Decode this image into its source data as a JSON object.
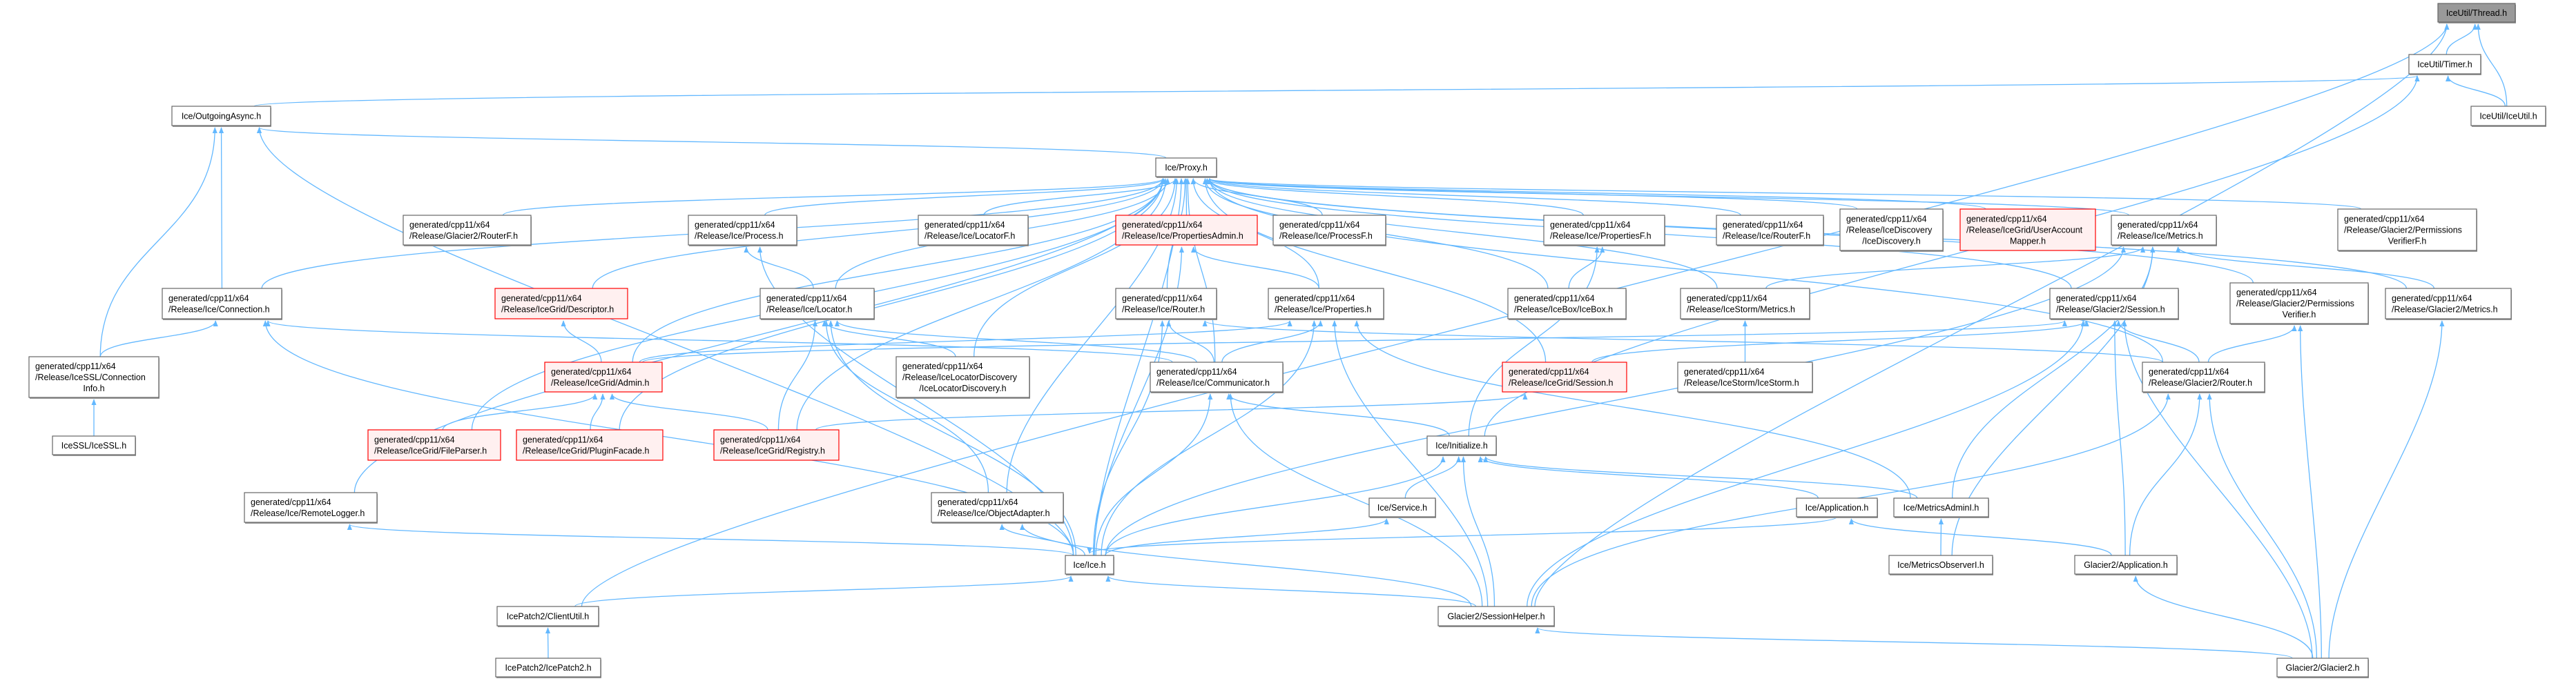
{
  "colors": {
    "edge": "#63B8FF",
    "node_border": "#666666",
    "red_border": "#FF0000",
    "red_fill": "#FFF0F0",
    "root_fill": "#999999"
  },
  "nodes": [
    {
      "id": "thread",
      "lines": [
        "IceUtil/Thread.h"
      ],
      "style": "root"
    },
    {
      "id": "timer",
      "lines": [
        "IceUtil/Timer.h"
      ],
      "style": "normal"
    },
    {
      "id": "iceutil",
      "lines": [
        "IceUtil/IceUtil.h"
      ],
      "style": "normal"
    },
    {
      "id": "outgoingasync",
      "lines": [
        "Ice/OutgoingAsync.h"
      ],
      "style": "normal"
    },
    {
      "id": "proxy",
      "lines": [
        "Ice/Proxy.h"
      ],
      "style": "normal"
    },
    {
      "id": "g2routerf",
      "lines": [
        "generated/cpp11/x64",
        "/Release/Glacier2/RouterF.h"
      ],
      "style": "normal"
    },
    {
      "id": "process",
      "lines": [
        "generated/cpp11/x64",
        "/Release/Ice/Process.h"
      ],
      "style": "normal"
    },
    {
      "id": "locatorf",
      "lines": [
        "generated/cpp11/x64",
        "/Release/Ice/LocatorF.h"
      ],
      "style": "normal"
    },
    {
      "id": "propertiesadmin",
      "lines": [
        "generated/cpp11/x64",
        "/Release/Ice/PropertiesAdmin.h"
      ],
      "style": "red"
    },
    {
      "id": "processf",
      "lines": [
        "generated/cpp11/x64",
        "/Release/Ice/ProcessF.h"
      ],
      "style": "normal"
    },
    {
      "id": "propertiesf",
      "lines": [
        "generated/cpp11/x64",
        "/Release/Ice/PropertiesF.h"
      ],
      "style": "normal"
    },
    {
      "id": "icerouterf",
      "lines": [
        "generated/cpp11/x64",
        "/Release/Ice/RouterF.h"
      ],
      "style": "normal"
    },
    {
      "id": "icediscovery",
      "lines": [
        "generated/cpp11/x64",
        "/Release/IceDiscovery",
        "/IceDiscovery.h"
      ],
      "style": "normal"
    },
    {
      "id": "useraccountmapper",
      "lines": [
        "generated/cpp11/x64",
        "/Release/IceGrid/UserAccount",
        "Mapper.h"
      ],
      "style": "red"
    },
    {
      "id": "metrics",
      "lines": [
        "generated/cpp11/x64",
        "/Release/Ice/Metrics.h"
      ],
      "style": "normal"
    },
    {
      "id": "permverifierf",
      "lines": [
        "generated/cpp11/x64",
        "/Release/Glacier2/Permissions",
        "VerifierF.h"
      ],
      "style": "normal"
    },
    {
      "id": "connection",
      "lines": [
        "generated/cpp11/x64",
        "/Release/Ice/Connection.h"
      ],
      "style": "normal"
    },
    {
      "id": "descriptor",
      "lines": [
        "generated/cpp11/x64",
        "/Release/IceGrid/Descriptor.h"
      ],
      "style": "red"
    },
    {
      "id": "locator",
      "lines": [
        "generated/cpp11/x64",
        "/Release/Ice/Locator.h"
      ],
      "style": "normal"
    },
    {
      "id": "icerouter",
      "lines": [
        "generated/cpp11/x64",
        "/Release/Ice/Router.h"
      ],
      "style": "normal"
    },
    {
      "id": "properties",
      "lines": [
        "generated/cpp11/x64",
        "/Release/Ice/Properties.h"
      ],
      "style": "normal"
    },
    {
      "id": "icebox",
      "lines": [
        "generated/cpp11/x64",
        "/Release/IceBox/IceBox.h"
      ],
      "style": "normal"
    },
    {
      "id": "icestormmetrics",
      "lines": [
        "generated/cpp11/x64",
        "/Release/IceStorm/Metrics.h"
      ],
      "style": "normal"
    },
    {
      "id": "g2session",
      "lines": [
        "generated/cpp11/x64",
        "/Release/Glacier2/Session.h"
      ],
      "style": "normal"
    },
    {
      "id": "permverifier",
      "lines": [
        "generated/cpp11/x64",
        "/Release/Glacier2/Permissions",
        "Verifier.h"
      ],
      "style": "normal"
    },
    {
      "id": "g2metrics",
      "lines": [
        "generated/cpp11/x64",
        "/Release/Glacier2/Metrics.h"
      ],
      "style": "normal"
    },
    {
      "id": "conninfo",
      "lines": [
        "generated/cpp11/x64",
        "/Release/IceSSL/Connection",
        "Info.h"
      ],
      "style": "normal"
    },
    {
      "id": "icessl",
      "lines": [
        "IceSSL/IceSSL.h"
      ],
      "style": "normal"
    },
    {
      "id": "admin",
      "lines": [
        "generated/cpp11/x64",
        "/Release/IceGrid/Admin.h"
      ],
      "style": "red"
    },
    {
      "id": "icelocatordiscovery",
      "lines": [
        "generated/cpp11/x64",
        "/Release/IceLocatorDiscovery",
        "/IceLocatorDiscovery.h"
      ],
      "style": "normal"
    },
    {
      "id": "communicator",
      "lines": [
        "generated/cpp11/x64",
        "/Release/Ice/Communicator.h"
      ],
      "style": "normal"
    },
    {
      "id": "icegridsession",
      "lines": [
        "generated/cpp11/x64",
        "/Release/IceGrid/Session.h"
      ],
      "style": "red"
    },
    {
      "id": "icestorm",
      "lines": [
        "generated/cpp11/x64",
        "/Release/IceStorm/IceStorm.h"
      ],
      "style": "normal"
    },
    {
      "id": "g2router",
      "lines": [
        "generated/cpp11/x64",
        "/Release/Glacier2/Router.h"
      ],
      "style": "normal"
    },
    {
      "id": "fileparser",
      "lines": [
        "generated/cpp11/x64",
        "/Release/IceGrid/FileParser.h"
      ],
      "style": "red"
    },
    {
      "id": "pluginfacade",
      "lines": [
        "generated/cpp11/x64",
        "/Release/IceGrid/PluginFacade.h"
      ],
      "style": "red"
    },
    {
      "id": "registry",
      "lines": [
        "generated/cpp11/x64",
        "/Release/IceGrid/Registry.h"
      ],
      "style": "red"
    },
    {
      "id": "initialize",
      "lines": [
        "Ice/Initialize.h"
      ],
      "style": "normal"
    },
    {
      "id": "remotelogger",
      "lines": [
        "generated/cpp11/x64",
        "/Release/Ice/RemoteLogger.h"
      ],
      "style": "normal"
    },
    {
      "id": "objectadapter",
      "lines": [
        "generated/cpp11/x64",
        "/Release/Ice/ObjectAdapter.h"
      ],
      "style": "normal"
    },
    {
      "id": "service",
      "lines": [
        "Ice/Service.h"
      ],
      "style": "normal"
    },
    {
      "id": "application",
      "lines": [
        "Ice/Application.h"
      ],
      "style": "normal"
    },
    {
      "id": "metricsadmini",
      "lines": [
        "Ice/MetricsAdminI.h"
      ],
      "style": "normal"
    },
    {
      "id": "ice",
      "lines": [
        "Ice/Ice.h"
      ],
      "style": "normal"
    },
    {
      "id": "metricsobserveri",
      "lines": [
        "Ice/MetricsObserverI.h"
      ],
      "style": "normal"
    },
    {
      "id": "g2application",
      "lines": [
        "Glacier2/Application.h"
      ],
      "style": "normal"
    },
    {
      "id": "clientutil",
      "lines": [
        "IcePatch2/ClientUtil.h"
      ],
      "style": "normal"
    },
    {
      "id": "sessionhelper",
      "lines": [
        "Glacier2/SessionHelper.h"
      ],
      "style": "normal"
    },
    {
      "id": "icepatch2",
      "lines": [
        "IcePatch2/IcePatch2.h"
      ],
      "style": "normal"
    },
    {
      "id": "glacier2",
      "lines": [
        "Glacier2/Glacier2.h"
      ],
      "style": "normal"
    }
  ],
  "edges": [
    [
      "timer",
      "thread"
    ],
    [
      "iceutil",
      "thread"
    ],
    [
      "iceutil",
      "timer"
    ],
    [
      "clientutil",
      "thread"
    ],
    [
      "sessionhelper",
      "thread"
    ],
    [
      "outgoingasync",
      "timer"
    ],
    [
      "initialize",
      "timer"
    ],
    [
      "proxy",
      "outgoingasync"
    ],
    [
      "connection",
      "outgoingasync"
    ],
    [
      "conninfo",
      "outgoingasync"
    ],
    [
      "ice",
      "outgoingasync"
    ],
    [
      "g2routerf",
      "proxy"
    ],
    [
      "process",
      "proxy"
    ],
    [
      "locatorf",
      "proxy"
    ],
    [
      "propertiesadmin",
      "proxy"
    ],
    [
      "processf",
      "proxy"
    ],
    [
      "propertiesf",
      "proxy"
    ],
    [
      "icerouterf",
      "proxy"
    ],
    [
      "icediscovery",
      "proxy"
    ],
    [
      "useraccountmapper",
      "proxy"
    ],
    [
      "metrics",
      "proxy"
    ],
    [
      "permverifierf",
      "proxy"
    ],
    [
      "connection",
      "proxy"
    ],
    [
      "descriptor",
      "proxy"
    ],
    [
      "locator",
      "proxy"
    ],
    [
      "icerouter",
      "proxy"
    ],
    [
      "properties",
      "proxy"
    ],
    [
      "icebox",
      "proxy"
    ],
    [
      "icestormmetrics",
      "proxy"
    ],
    [
      "g2session",
      "proxy"
    ],
    [
      "permverifier",
      "proxy"
    ],
    [
      "g2metrics",
      "proxy"
    ],
    [
      "admin",
      "proxy"
    ],
    [
      "fileparser",
      "proxy"
    ],
    [
      "pluginfacade",
      "proxy"
    ],
    [
      "registry",
      "proxy"
    ],
    [
      "remotelogger",
      "proxy"
    ],
    [
      "objectadapter",
      "proxy"
    ],
    [
      "communicator",
      "proxy"
    ],
    [
      "icegridsession",
      "proxy"
    ],
    [
      "ice",
      "proxy"
    ],
    [
      "g2router",
      "proxy"
    ],
    [
      "icelocatordiscovery",
      "proxy"
    ],
    [
      "conninfo",
      "connection"
    ],
    [
      "ice",
      "connection"
    ],
    [
      "communicator",
      "connection"
    ],
    [
      "icessl",
      "conninfo"
    ],
    [
      "admin",
      "descriptor"
    ],
    [
      "fileparser",
      "admin"
    ],
    [
      "pluginfacade",
      "admin"
    ],
    [
      "registry",
      "admin"
    ],
    [
      "locator",
      "process"
    ],
    [
      "ice",
      "process"
    ],
    [
      "communicator",
      "locator"
    ],
    [
      "icelocatordiscovery",
      "locator"
    ],
    [
      "registry",
      "locator"
    ],
    [
      "objectadapter",
      "locator"
    ],
    [
      "ice",
      "locator"
    ],
    [
      "properties",
      "propertiesadmin"
    ],
    [
      "ice",
      "propertiesadmin"
    ],
    [
      "icebox",
      "propertiesf"
    ],
    [
      "initialize",
      "propertiesf"
    ],
    [
      "communicator",
      "icerouter"
    ],
    [
      "ice",
      "icerouter"
    ],
    [
      "g2router",
      "icerouter"
    ],
    [
      "communicator",
      "properties"
    ],
    [
      "ice",
      "properties"
    ],
    [
      "admin",
      "properties"
    ],
    [
      "sessionhelper",
      "properties"
    ],
    [
      "metricsadmini",
      "properties"
    ],
    [
      "icestorm",
      "icestormmetrics"
    ],
    [
      "icestormmetrics",
      "metrics"
    ],
    [
      "metricsadmini",
      "metrics"
    ],
    [
      "metricsobserveri",
      "metrics"
    ],
    [
      "g2metrics",
      "metrics"
    ],
    [
      "ice",
      "metrics"
    ],
    [
      "admin",
      "g2session"
    ],
    [
      "icegridsession",
      "g2session"
    ],
    [
      "g2router",
      "g2session"
    ],
    [
      "g2application",
      "g2session"
    ],
    [
      "sessionhelper",
      "g2session"
    ],
    [
      "glacier2",
      "g2session"
    ],
    [
      "g2router",
      "permverifier"
    ],
    [
      "glacier2",
      "permverifier"
    ],
    [
      "glacier2",
      "g2metrics"
    ],
    [
      "registry",
      "icegridsession"
    ],
    [
      "initialize",
      "communicator"
    ],
    [
      "ice",
      "communicator"
    ],
    [
      "sessionhelper",
      "communicator"
    ],
    [
      "service",
      "initialize"
    ],
    [
      "ice",
      "initialize"
    ],
    [
      "sessionhelper",
      "initialize"
    ],
    [
      "application",
      "initialize"
    ],
    [
      "metricsadmini",
      "initialize"
    ],
    [
      "ice",
      "objectadapter"
    ],
    [
      "sessionhelper",
      "objectadapter"
    ],
    [
      "ice",
      "service"
    ],
    [
      "ice",
      "remotelogger"
    ],
    [
      "application",
      "ice"
    ],
    [
      "g2application",
      "application"
    ],
    [
      "metricsobserveri",
      "metricsadmini"
    ],
    [
      "sessionhelper",
      "ice"
    ],
    [
      "clientutil",
      "ice"
    ],
    [
      "icepatch2",
      "clientutil"
    ],
    [
      "glacier2",
      "g2application"
    ],
    [
      "glacier2",
      "sessionhelper"
    ],
    [
      "glacier2",
      "g2router"
    ],
    [
      "g2application",
      "g2router"
    ],
    [
      "sessionhelper",
      "g2router"
    ]
  ]
}
